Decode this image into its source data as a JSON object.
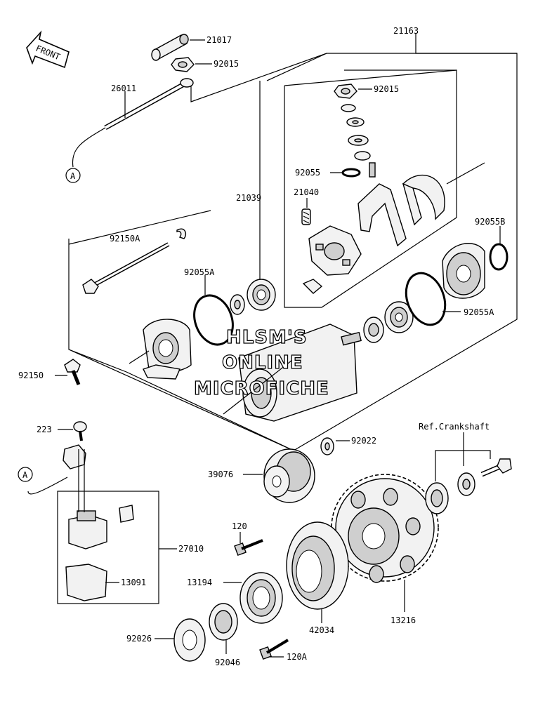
{
  "diagram": {
    "watermark": [
      "HLSM'S",
      "ONLINE",
      "MICROFICHE"
    ],
    "front_label": "FRONT",
    "ref_connector": "A",
    "ref_crankshaft": "Ref.Crankshaft",
    "part_numbers": {
      "p21017": "21017",
      "p92015_top": "92015",
      "p21163": "21163",
      "p26011": "26011",
      "p92015": "92015",
      "p92055": "92055",
      "p21040": "21040",
      "p21039": "21039",
      "p92150A": "92150A",
      "p92055B": "92055B",
      "p92055A_left": "92055A",
      "p92055A_right": "92055A",
      "p92150": "92150",
      "p223": "223",
      "p92022": "92022",
      "p39076": "39076",
      "p120": "120",
      "p27010": "27010",
      "p13194": "13194",
      "p13091": "13091",
      "p42034": "42034",
      "p13216": "13216",
      "p92026": "92026",
      "p92046": "92046",
      "p120A": "120A"
    }
  }
}
